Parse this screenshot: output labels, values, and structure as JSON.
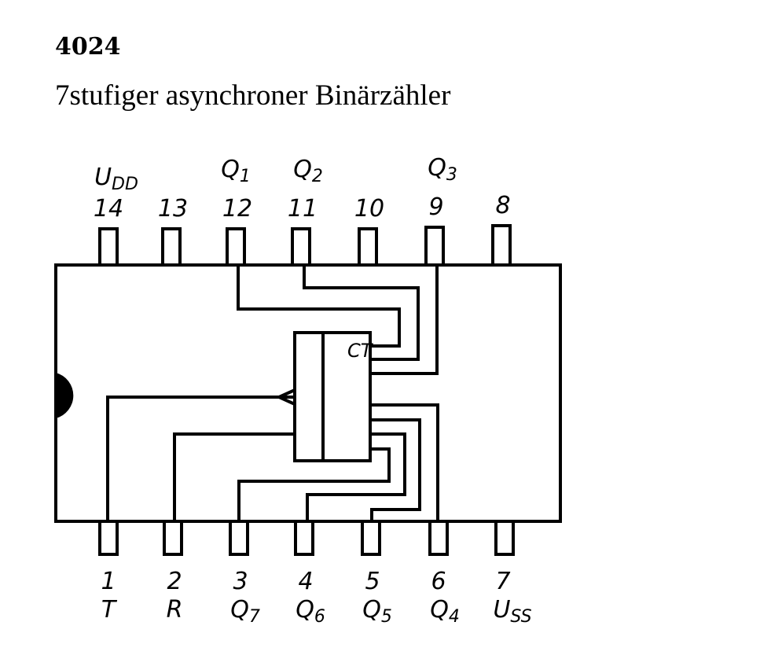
{
  "title": "4024",
  "subtitle": "7stufiger asynchroner Binärzähler",
  "block_label": "CT",
  "top_pins": [
    {
      "number": "14",
      "name": "U",
      "sub": "DD"
    },
    {
      "number": "13",
      "name": "",
      "sub": ""
    },
    {
      "number": "12",
      "name": "Q",
      "sub": "1"
    },
    {
      "number": "11",
      "name": "Q",
      "sub": "2"
    },
    {
      "number": "10",
      "name": "",
      "sub": ""
    },
    {
      "number": "9",
      "name": "Q",
      "sub": "3"
    },
    {
      "number": "8",
      "name": "",
      "sub": ""
    }
  ],
  "bottom_pins": [
    {
      "number": "1",
      "name": "T",
      "sub": ""
    },
    {
      "number": "2",
      "name": "R",
      "sub": ""
    },
    {
      "number": "3",
      "name": "Q",
      "sub": "7"
    },
    {
      "number": "4",
      "name": "Q",
      "sub": "6"
    },
    {
      "number": "5",
      "name": "Q",
      "sub": "5"
    },
    {
      "number": "6",
      "name": "Q",
      "sub": "4"
    },
    {
      "number": "7",
      "name": "U",
      "sub": "SS"
    }
  ]
}
